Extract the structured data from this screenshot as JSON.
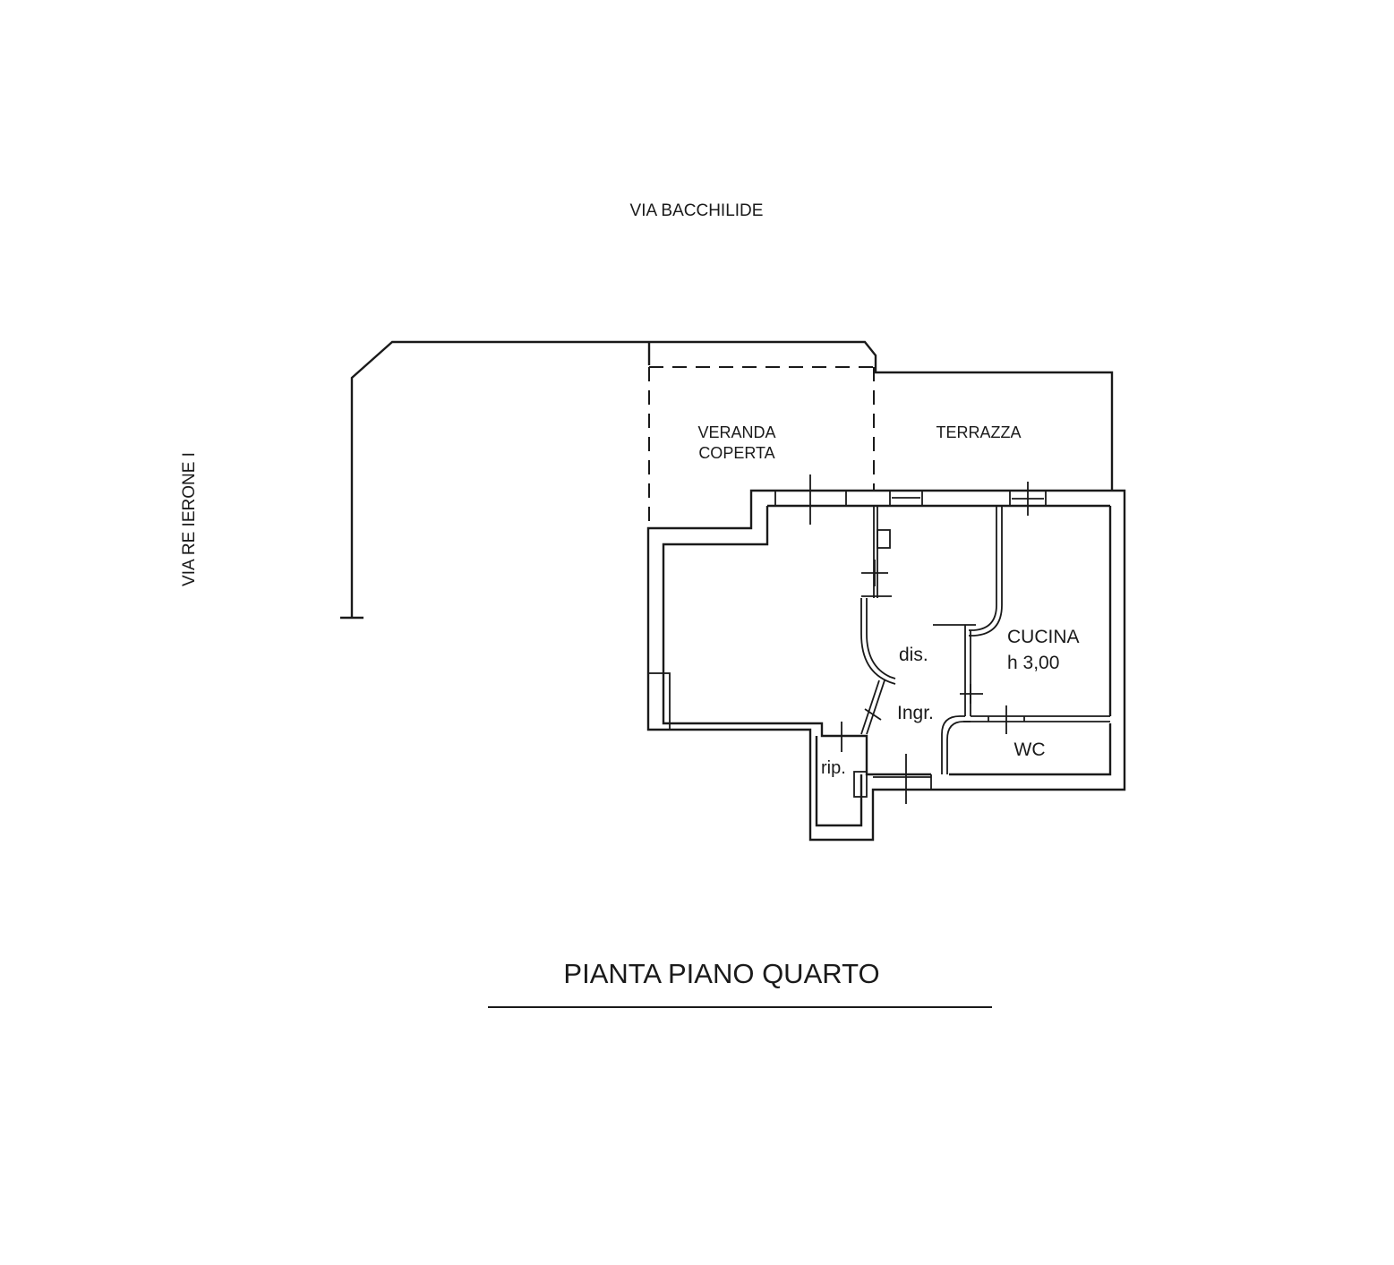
{
  "streets": {
    "north": "VIA BACCHILIDE",
    "west": "VIA RE  IERONE  I"
  },
  "rooms": {
    "veranda_line1": "VERANDA",
    "veranda_line2": "COPERTA",
    "terrace": "TERRAZZA",
    "kitchen": "CUCINA",
    "kitchen_height": "h 3,00",
    "hallway": "dis.",
    "entrance": "Ingr.",
    "storage": "rip.",
    "toilet": "WC"
  },
  "title": "PIANTA PIANO QUARTO",
  "colors": {
    "line": "#1a1a1a",
    "background": "#ffffff"
  }
}
